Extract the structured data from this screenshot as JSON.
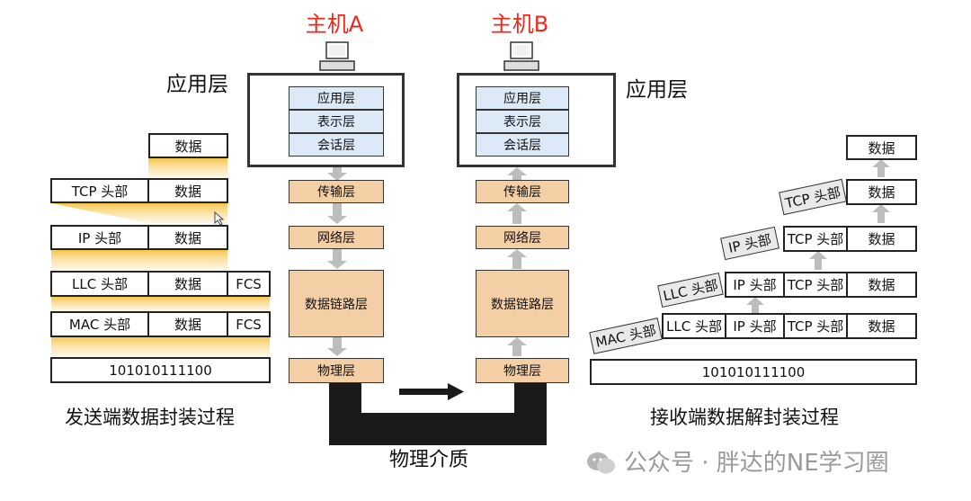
{
  "host_a": {
    "title": "主机A"
  },
  "host_b": {
    "title": "主机B"
  },
  "app_layer_label_left": "应用层",
  "app_layer_label_right": "应用层",
  "stack_a": {
    "upper": [
      "应用层",
      "表示层",
      "会话层"
    ],
    "transport": "传输层",
    "network": "网络层",
    "datalink": "数据链路层",
    "physical": "物理层"
  },
  "stack_b": {
    "upper": [
      "应用层",
      "表示层",
      "会话层"
    ],
    "transport": "传输层",
    "network": "网络层",
    "datalink": "数据链路层",
    "physical": "物理层"
  },
  "sender": {
    "data": "数据",
    "tcp_header": "TCP 头部",
    "ip_header": "IP 头部",
    "llc_header": "LLC 头部",
    "mac_header": "MAC 头部",
    "fcs": "FCS",
    "bits": "101010111100",
    "caption": "发送端数据封装过程"
  },
  "receiver": {
    "data": "数据",
    "tcp_header": "TCP 头部",
    "ip_header": "IP 头部",
    "llc_header": "LLC 头部",
    "mac_header": "MAC 头部",
    "bits": "101010111100",
    "caption": "接收端数据解封装过程"
  },
  "medium_label": "物理介质",
  "watermark": "公众号 · 胖达的NE学习圈",
  "colors": {
    "host_title": "#e8291c",
    "upper_layers": "#dce9f7",
    "lower_layers": "#f4cfa6",
    "highlight": "#f5c242",
    "medium": "#1a1a1a"
  }
}
